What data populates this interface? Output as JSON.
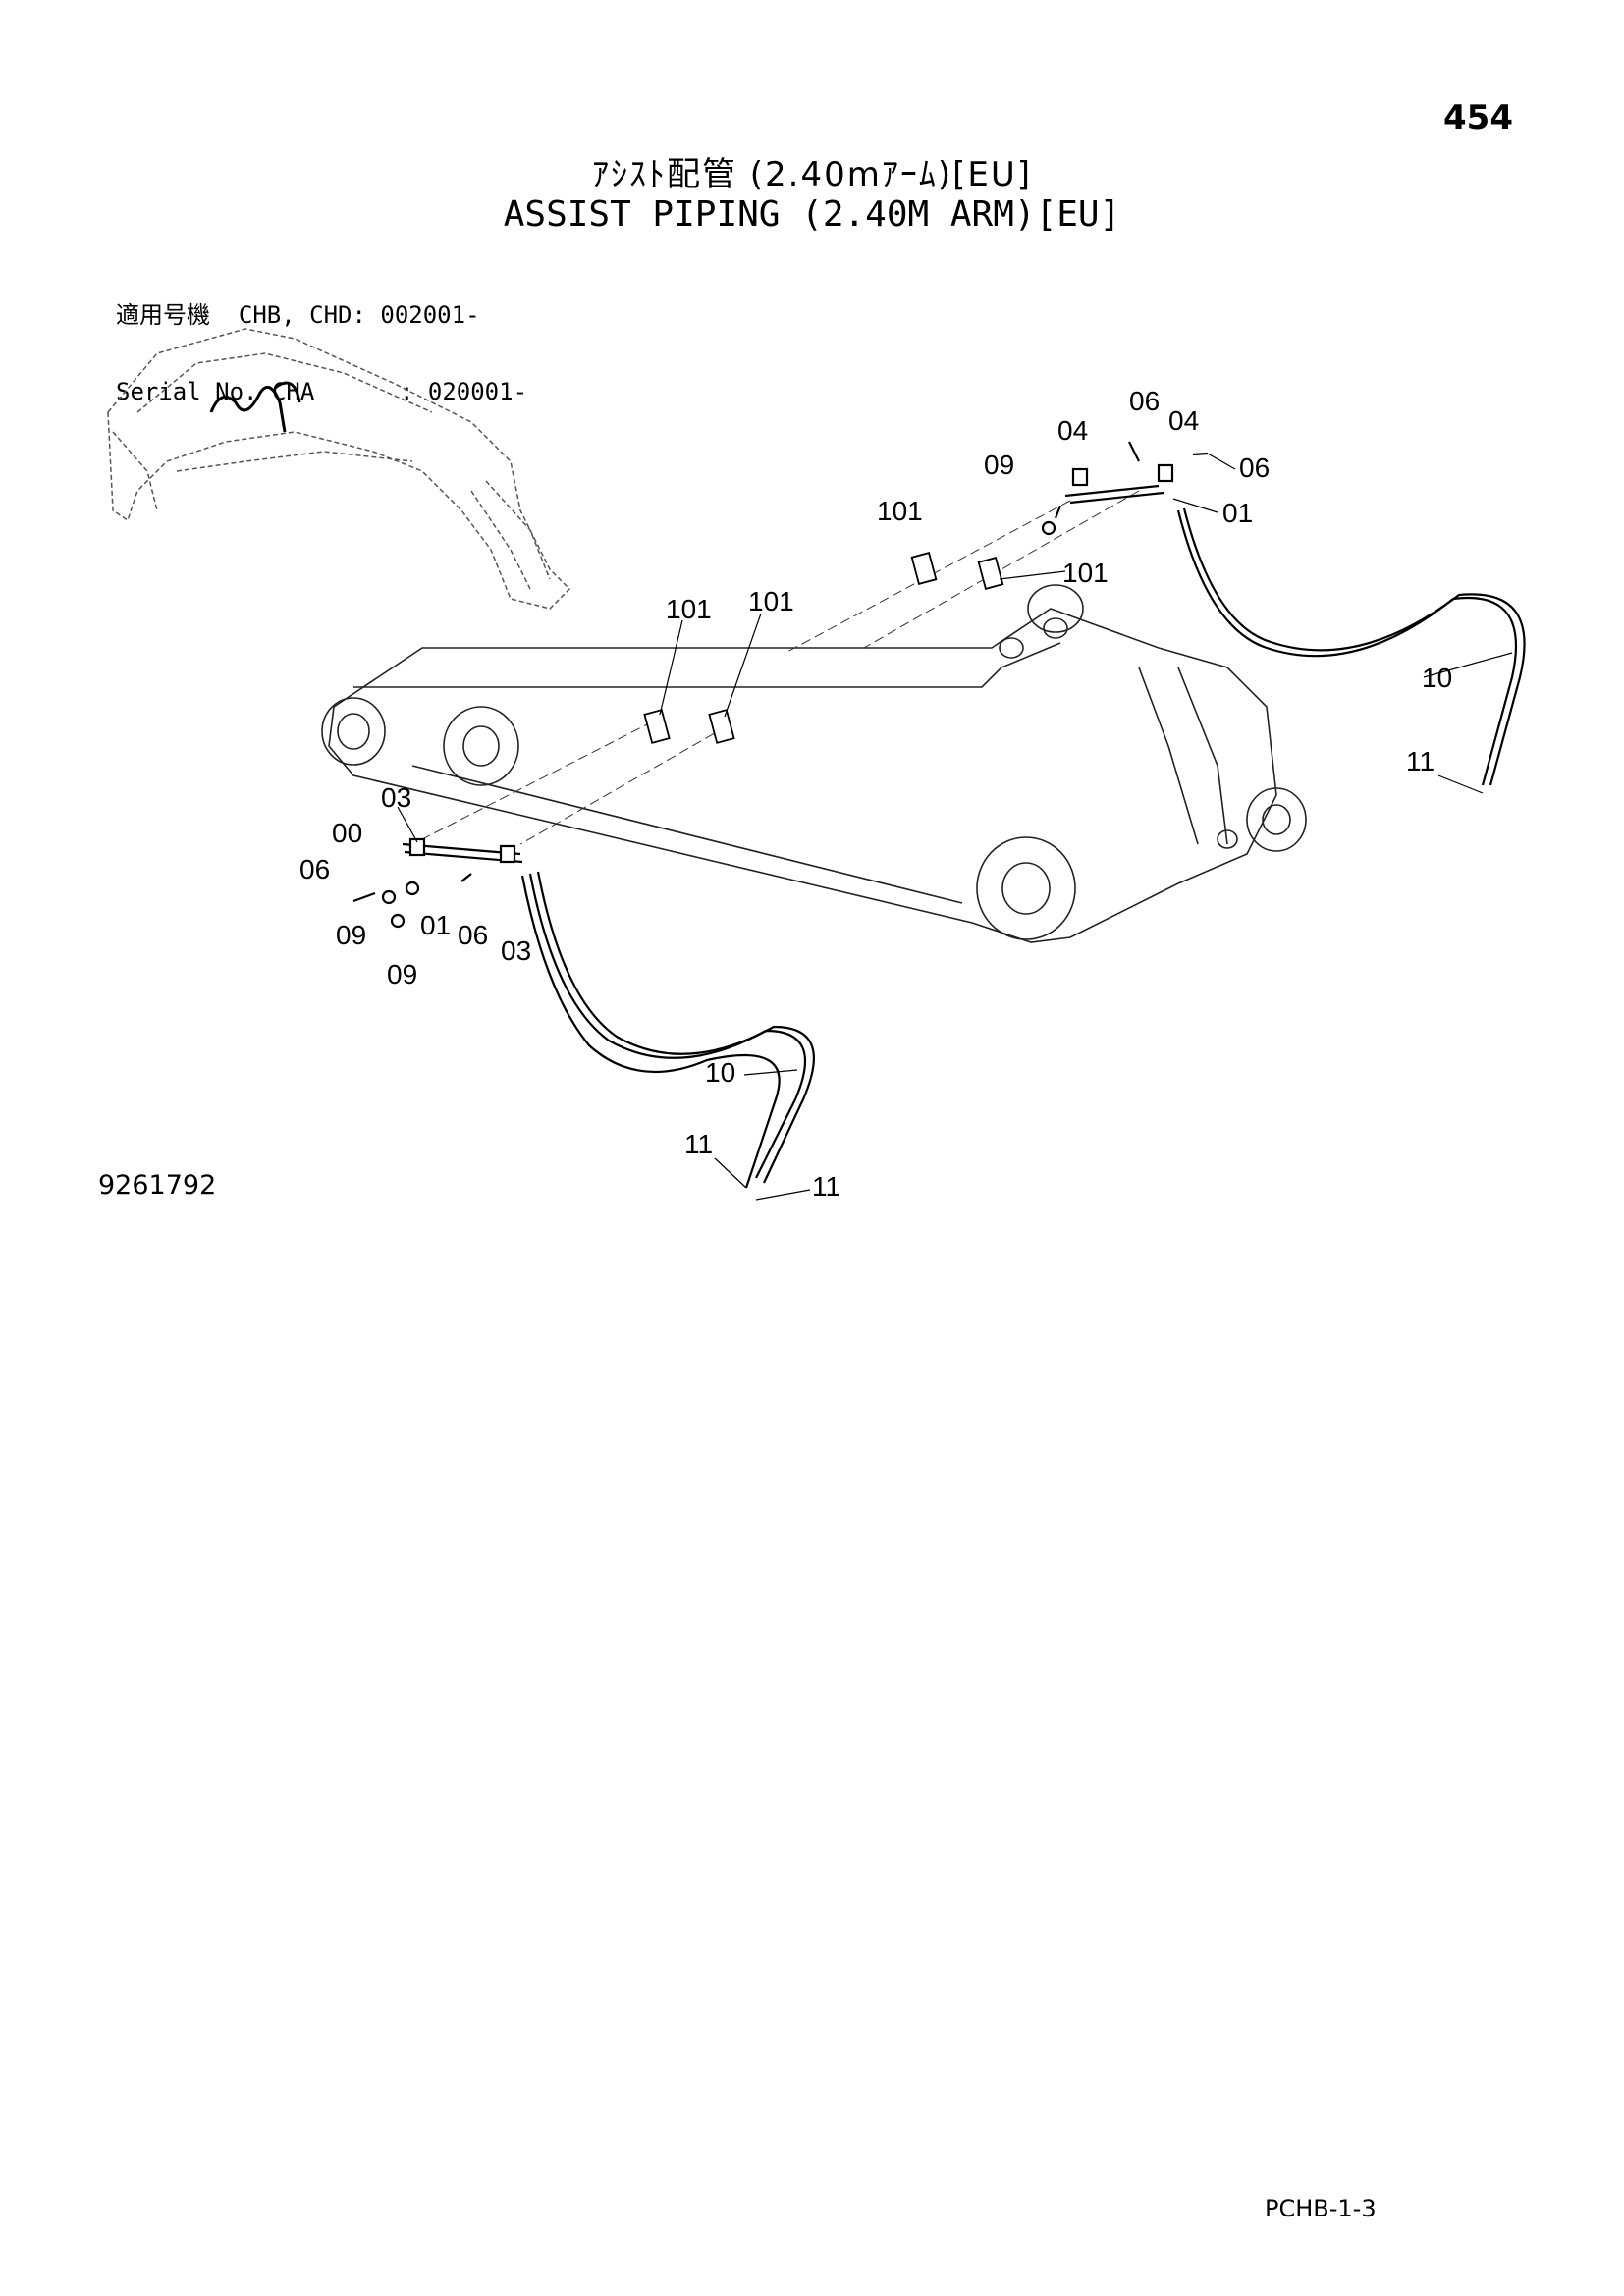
{
  "page_number": "454",
  "title_ja": "ｱｼｽﾄ配管 (2.40mｱｰﾑ)[EU]",
  "title_en": "ASSIST PIPING (2.40M ARM)[EU]",
  "applicable": {
    "line1": "適用号機  CHB, CHD: 002001-",
    "line2": "Serial No. CHA      : 020001-"
  },
  "callouts": {
    "c06_top": "06",
    "c04_left": "04",
    "c04_right": "04",
    "c06_right": "06",
    "c09_top": "09",
    "c01_top": "01",
    "c101_a": "101",
    "c101_b": "101",
    "c101_c": "101",
    "c101_d": "101",
    "c10_right": "10",
    "c11_right": "11",
    "c03_top": "03",
    "c00": "00",
    "c06_left": "06",
    "c09_left": "09",
    "c01_left": "01",
    "c06_mid": "06",
    "c03_bottom": "03",
    "c09_bottom": "09",
    "c10_bottom": "10",
    "c11_a": "11",
    "c11_b": "11"
  },
  "drawing_number": "9261792",
  "catalog_code": "PCHB-1-3"
}
